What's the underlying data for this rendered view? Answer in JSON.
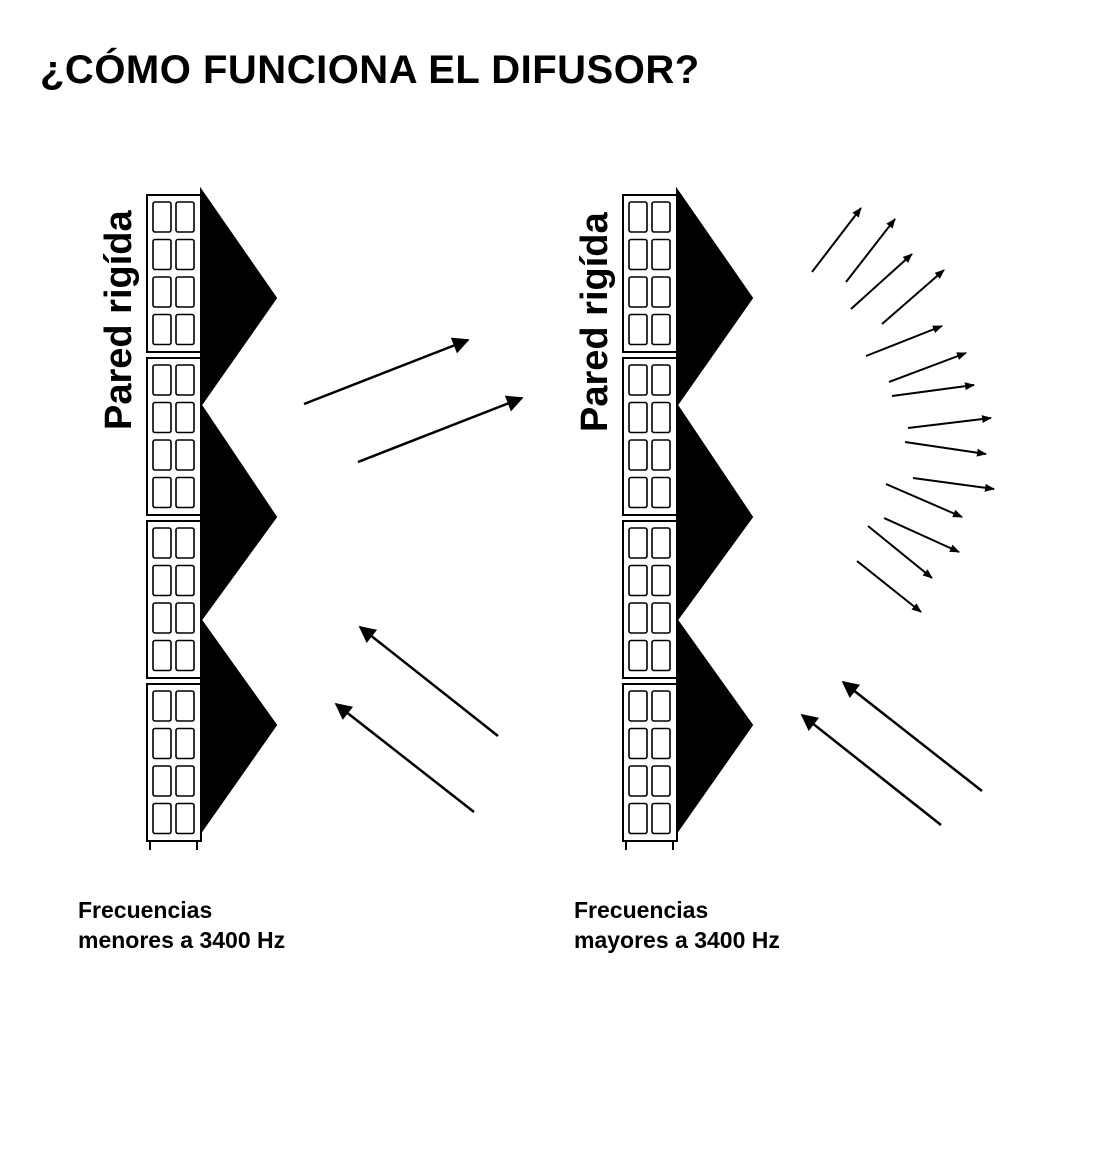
{
  "title": "¿CÓMO FUNCIONA EL DIFUSOR?",
  "panels": [
    {
      "wall_label": "Pared rigída",
      "caption_line1": "Frecuencias",
      "caption_line2": "menores a 3400 Hz"
    },
    {
      "wall_label": "Pared rigída",
      "caption_line1": "Frecuencias",
      "caption_line2": "mayores a 3400 Hz"
    }
  ]
}
